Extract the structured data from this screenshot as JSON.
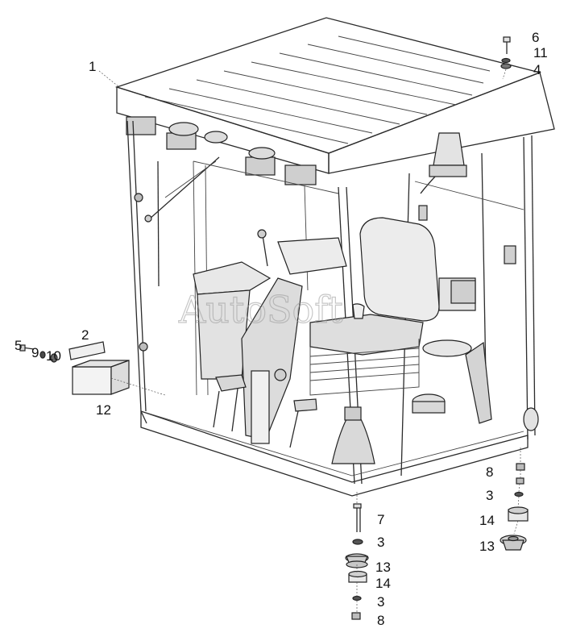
{
  "diagram": {
    "type": "exploded-parts-drawing",
    "subject": "cab",
    "watermark_text": "AutoSoft",
    "callouts": [
      {
        "id": "c1",
        "label": "1"
      },
      {
        "id": "c2",
        "label": "2"
      },
      {
        "id": "c5",
        "label": "5"
      },
      {
        "id": "c9",
        "label": "9"
      },
      {
        "id": "c10",
        "label": "10"
      },
      {
        "id": "c12",
        "label": "12"
      },
      {
        "id": "c6",
        "label": "6"
      },
      {
        "id": "c11",
        "label": "11"
      },
      {
        "id": "c4",
        "label": "4"
      },
      {
        "id": "c8a",
        "label": "8"
      },
      {
        "id": "c3a",
        "label": "3"
      },
      {
        "id": "c14a",
        "label": "14"
      },
      {
        "id": "c13a",
        "label": "13"
      },
      {
        "id": "c7",
        "label": "7"
      },
      {
        "id": "c3b",
        "label": "3"
      },
      {
        "id": "c13b",
        "label": "13"
      },
      {
        "id": "c14b",
        "label": "14"
      },
      {
        "id": "c3c",
        "label": "3"
      },
      {
        "id": "c8b",
        "label": "8"
      }
    ]
  }
}
